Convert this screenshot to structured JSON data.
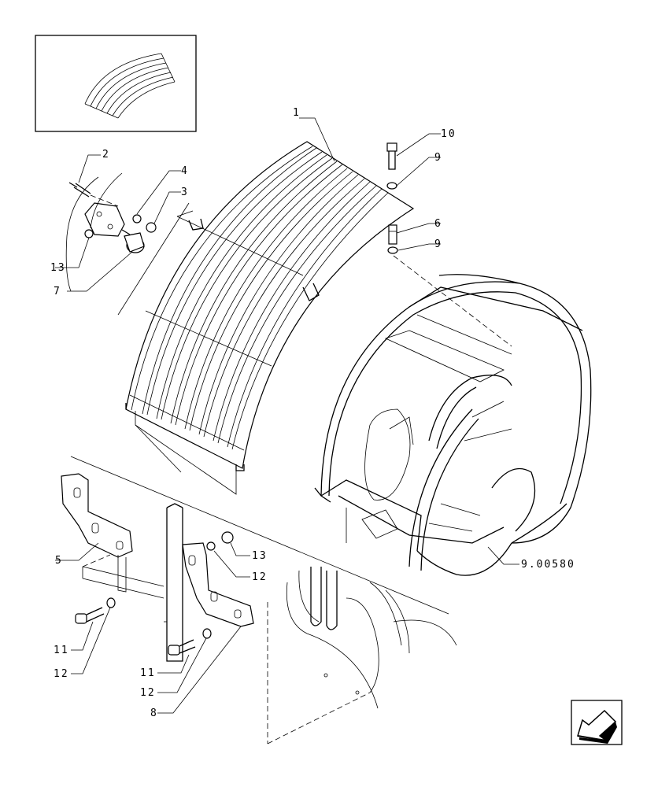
{
  "callouts": [
    {
      "id": "c1",
      "label": "1"
    },
    {
      "id": "c2",
      "label": "2"
    },
    {
      "id": "c3",
      "label": "3"
    },
    {
      "id": "c4",
      "label": "4"
    },
    {
      "id": "c5",
      "label": "5"
    },
    {
      "id": "c6",
      "label": "6"
    },
    {
      "id": "c7",
      "label": "7"
    },
    {
      "id": "c8",
      "label": "8"
    },
    {
      "id": "c9a",
      "label": "9"
    },
    {
      "id": "c9b",
      "label": "9"
    },
    {
      "id": "c10",
      "label": "10"
    },
    {
      "id": "c11a",
      "label": "11"
    },
    {
      "id": "c11b",
      "label": "11"
    },
    {
      "id": "c12a",
      "label": "12"
    },
    {
      "id": "c12b",
      "label": "12"
    },
    {
      "id": "c12c",
      "label": "12"
    },
    {
      "id": "c13a",
      "label": "13"
    },
    {
      "id": "c13b",
      "label": "13"
    },
    {
      "id": "ref",
      "label": "9.00580"
    }
  ],
  "icons": {
    "thumbnail": "guard-thumbnail-icon",
    "nav": "next-page-arrow-icon"
  }
}
